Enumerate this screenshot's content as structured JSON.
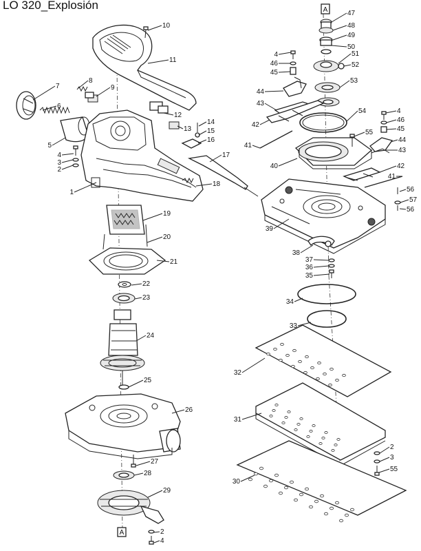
{
  "title": "LO 320_Explosión",
  "part_labels": [
    {
      "id": "p1",
      "text": "1"
    },
    {
      "id": "p2a",
      "text": "2"
    },
    {
      "id": "p3a",
      "text": "3"
    },
    {
      "id": "p4a",
      "text": "4"
    },
    {
      "id": "p5",
      "text": "5"
    },
    {
      "id": "p6",
      "text": "6"
    },
    {
      "id": "p7",
      "text": "7"
    },
    {
      "id": "p8",
      "text": "8"
    },
    {
      "id": "p9",
      "text": "9"
    },
    {
      "id": "p10",
      "text": "10"
    },
    {
      "id": "p11",
      "text": "11"
    },
    {
      "id": "p12",
      "text": "12"
    },
    {
      "id": "p13",
      "text": "13"
    },
    {
      "id": "p14",
      "text": "14"
    },
    {
      "id": "p15",
      "text": "15"
    },
    {
      "id": "p16",
      "text": "16"
    },
    {
      "id": "p17",
      "text": "17"
    },
    {
      "id": "p18",
      "text": "18"
    },
    {
      "id": "p19",
      "text": "19"
    },
    {
      "id": "p20",
      "text": "20"
    },
    {
      "id": "p21",
      "text": "21"
    },
    {
      "id": "p22",
      "text": "22"
    },
    {
      "id": "p23",
      "text": "23"
    },
    {
      "id": "p24",
      "text": "24"
    },
    {
      "id": "p25",
      "text": "25"
    },
    {
      "id": "p26",
      "text": "26"
    },
    {
      "id": "p27",
      "text": "27"
    },
    {
      "id": "p28",
      "text": "28"
    },
    {
      "id": "p29",
      "text": "29"
    },
    {
      "id": "p2b",
      "text": "2"
    },
    {
      "id": "p4b",
      "text": "4"
    },
    {
      "id": "p47",
      "text": "47"
    },
    {
      "id": "p48",
      "text": "48"
    },
    {
      "id": "p49",
      "text": "49"
    },
    {
      "id": "p50",
      "text": "50"
    },
    {
      "id": "p51",
      "text": "51"
    },
    {
      "id": "p52",
      "text": "52"
    },
    {
      "id": "p4c",
      "text": "4"
    },
    {
      "id": "p46a",
      "text": "46"
    },
    {
      "id": "p45a",
      "text": "45"
    },
    {
      "id": "p53",
      "text": "53"
    },
    {
      "id": "p44a",
      "text": "44"
    },
    {
      "id": "p43a",
      "text": "43"
    },
    {
      "id": "p42a",
      "text": "42"
    },
    {
      "id": "p54",
      "text": "54"
    },
    {
      "id": "p4d",
      "text": "4"
    },
    {
      "id": "p46b",
      "text": "46"
    },
    {
      "id": "p45b",
      "text": "45"
    },
    {
      "id": "p55a",
      "text": "55"
    },
    {
      "id": "p44b",
      "text": "44"
    },
    {
      "id": "p43b",
      "text": "43"
    },
    {
      "id": "p41a",
      "text": "41"
    },
    {
      "id": "p40",
      "text": "40"
    },
    {
      "id": "p42b",
      "text": "42"
    },
    {
      "id": "p41b",
      "text": "41"
    },
    {
      "id": "p56a",
      "text": "56"
    },
    {
      "id": "p57",
      "text": "57"
    },
    {
      "id": "p56b",
      "text": "56"
    },
    {
      "id": "p39",
      "text": "39"
    },
    {
      "id": "p38",
      "text": "38"
    },
    {
      "id": "p37",
      "text": "37"
    },
    {
      "id": "p36",
      "text": "36"
    },
    {
      "id": "p35",
      "text": "35"
    },
    {
      "id": "p34",
      "text": "34"
    },
    {
      "id": "p33",
      "text": "33"
    },
    {
      "id": "p32",
      "text": "32"
    },
    {
      "id": "p31",
      "text": "31"
    },
    {
      "id": "p2c",
      "text": "2"
    },
    {
      "id": "p3b",
      "text": "3"
    },
    {
      "id": "p55b",
      "text": "55"
    },
    {
      "id": "p30",
      "text": "30"
    }
  ],
  "marker_letter": "A"
}
